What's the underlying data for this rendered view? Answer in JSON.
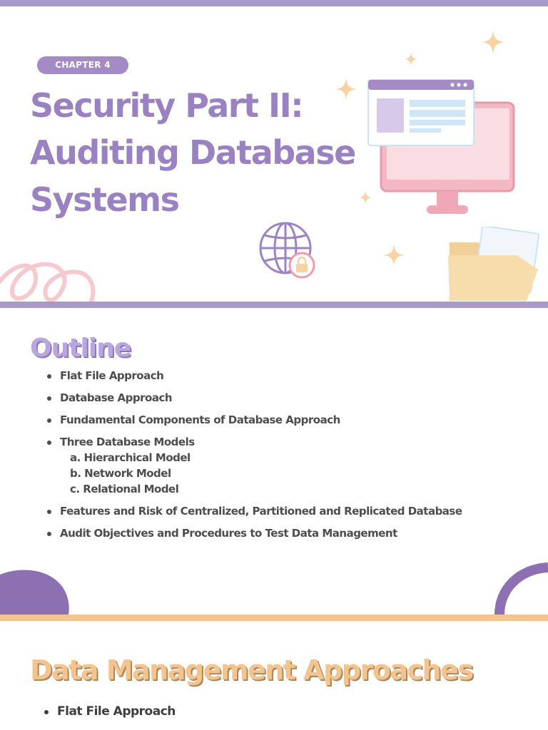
{
  "slide1": {
    "chapter_label": "CHAPTER 4",
    "title_lines": [
      "Security Part II:",
      "Auditing Database",
      "Systems"
    ],
    "colors": {
      "accent": "#a99ac9",
      "title": "#9a82c2",
      "pill": "#a58bc6",
      "sparkle": "#f7d3a3",
      "monitor": "#f4b8c4"
    },
    "icons": [
      "sparkle-icon",
      "monitor-icon",
      "globe-lock-icon",
      "folder-icon",
      "squiggle-decoration"
    ]
  },
  "slide2": {
    "title": "Outline",
    "items": [
      {
        "label": "Flat File Approach"
      },
      {
        "label": "Database Approach"
      },
      {
        "label": "Fundamental Components of Database Approach"
      },
      {
        "label": "Three Database Models",
        "sub": [
          "a. Hierarchical Model",
          "b. Network Model",
          "c. Relational Model"
        ]
      },
      {
        "label": "Features and Risk of Centralized, Partitioned and Replicated Database"
      },
      {
        "label": "Audit Objectives and Procedures to Test Data Management"
      }
    ]
  },
  "slide3": {
    "title": "Data Management Approaches",
    "items": [
      "Flat File Approach"
    ],
    "colors": {
      "accent": "#f3c48d"
    }
  }
}
